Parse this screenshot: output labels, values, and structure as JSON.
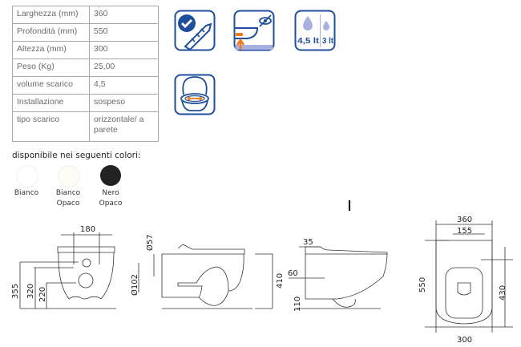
{
  "specs": [
    {
      "label": "Larghezza (mm)",
      "value": "360"
    },
    {
      "label": "Profondità  (mm)",
      "value": "550"
    },
    {
      "label": "Altezza  (mm)",
      "value": "300"
    },
    {
      "label": "Peso (Kg)",
      "value": "25,00"
    },
    {
      "label": "volume scarico",
      "value": "4,5"
    },
    {
      "label": "Installazione",
      "value": "sospeso"
    },
    {
      "label": "tipo scarico",
      "value": "orizzontale/ a parete"
    }
  ],
  "icons": {
    "flush_big": "4,5 lt",
    "flush_small": "3 lt",
    "accent": "#1f4e9c",
    "orange": "#f07a1a",
    "light": "#a9b0df"
  },
  "colors": {
    "title": "disponibile nei seguenti colori:",
    "items": [
      {
        "name": "Bianco",
        "swatch": "#ffffff"
      },
      {
        "name": "Bianco Opaco",
        "swatch": "#fdfcf5"
      },
      {
        "name": "Nero Opaco",
        "swatch": "#222222"
      }
    ]
  },
  "dimensions": {
    "front": {
      "width": "180",
      "h1": "355",
      "h2": "320",
      "h3": "220"
    },
    "side": {
      "d1": "Ø57",
      "d2": "Ø102",
      "h": "410"
    },
    "side2": {
      "a": "35",
      "b": "60",
      "c": "110"
    },
    "top": {
      "w": "360",
      "w2": "155",
      "l": "550",
      "l2": "430",
      "bottom": "300"
    }
  }
}
